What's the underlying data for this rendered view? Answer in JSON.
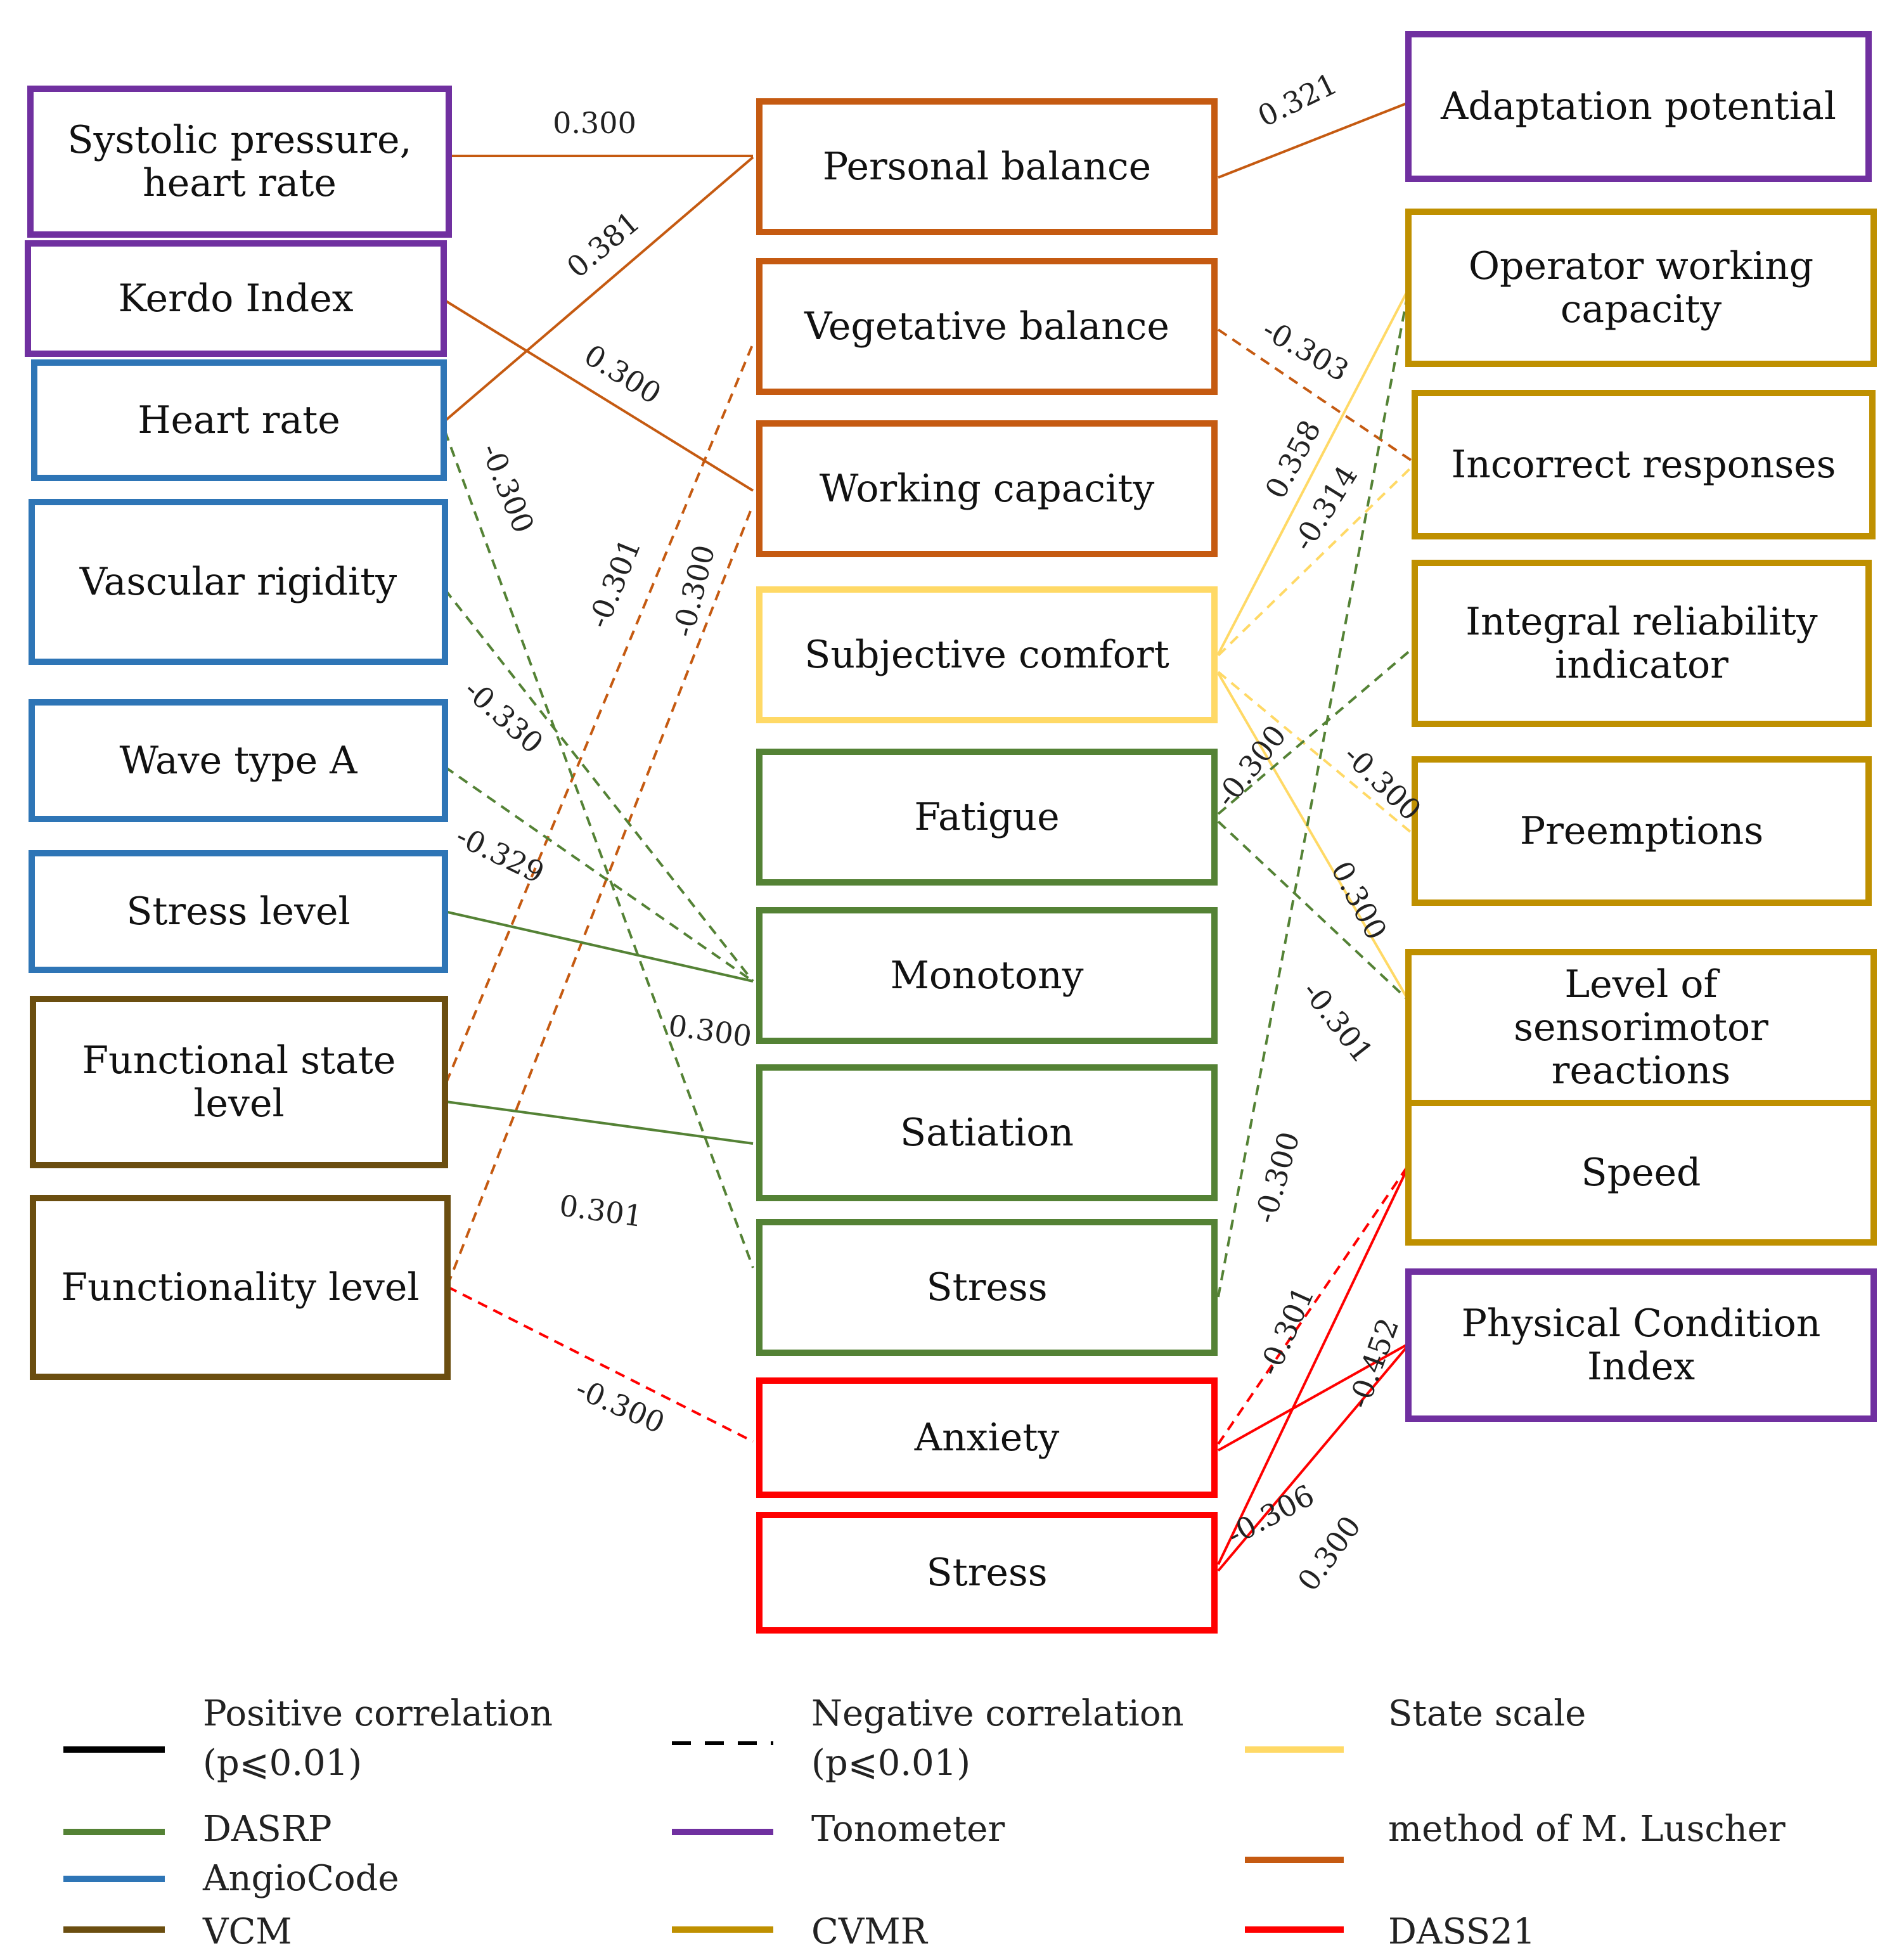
{
  "colors": {
    "purple": "#7030A0",
    "blue": "#2E75B6",
    "brown": "#6B4E10",
    "orange": "#C55A11",
    "yellow": "#FFD966",
    "green": "#548235",
    "gold": "#BF9000",
    "red": "#FF0000",
    "black": "#000000"
  },
  "nodes": [
    {
      "id": "systolic",
      "lines": [
        "Systolic pressure,",
        "heart rate"
      ],
      "color": "purple"
    },
    {
      "id": "kerdo",
      "lines": [
        "Kerdo Index"
      ],
      "color": "purple"
    },
    {
      "id": "heart_rate",
      "lines": [
        "Heart rate"
      ],
      "color": "blue"
    },
    {
      "id": "vascular",
      "lines": [
        "Vascular rigidity"
      ],
      "color": "blue"
    },
    {
      "id": "wave_a",
      "lines": [
        "Wave type A"
      ],
      "color": "blue"
    },
    {
      "id": "stress_level",
      "lines": [
        "Stress level"
      ],
      "color": "blue"
    },
    {
      "id": "func_state",
      "lines": [
        "Functional state",
        "level"
      ],
      "color": "brown"
    },
    {
      "id": "functionality",
      "lines": [
        "Functionality level"
      ],
      "color": "brown"
    },
    {
      "id": "personal_balance",
      "lines": [
        "Personal balance"
      ],
      "color": "orange"
    },
    {
      "id": "vegetative_balance",
      "lines": [
        "Vegetative balance"
      ],
      "color": "orange"
    },
    {
      "id": "working_capacity",
      "lines": [
        "Working capacity"
      ],
      "color": "orange"
    },
    {
      "id": "subjective_comfort",
      "lines": [
        "Subjective comfort"
      ],
      "color": "yellow"
    },
    {
      "id": "fatigue",
      "lines": [
        "Fatigue"
      ],
      "color": "green"
    },
    {
      "id": "monotony",
      "lines": [
        "Monotony"
      ],
      "color": "green"
    },
    {
      "id": "satiation",
      "lines": [
        "Satiation"
      ],
      "color": "green"
    },
    {
      "id": "stress_green",
      "lines": [
        "Stress"
      ],
      "color": "green"
    },
    {
      "id": "anxiety",
      "lines": [
        "Anxiety"
      ],
      "color": "red"
    },
    {
      "id": "stress_red",
      "lines": [
        "Stress"
      ],
      "color": "red"
    },
    {
      "id": "adaptation",
      "lines": [
        "Adaptation potential"
      ],
      "color": "purple"
    },
    {
      "id": "operator",
      "lines": [
        "Operator working",
        "capacity"
      ],
      "color": "gold"
    },
    {
      "id": "incorrect",
      "lines": [
        "Incorrect responses"
      ],
      "color": "gold"
    },
    {
      "id": "integral",
      "lines": [
        "Integral reliability",
        "indicator"
      ],
      "color": "gold"
    },
    {
      "id": "preemptions",
      "lines": [
        "Preemptions"
      ],
      "color": "gold"
    },
    {
      "id": "sensorimotor",
      "lines": [
        "Level of",
        "sensorimotor",
        "reactions"
      ],
      "color": "gold"
    },
    {
      "id": "speed",
      "lines": [
        "Speed"
      ],
      "color": "gold"
    },
    {
      "id": "physical",
      "lines": [
        "Physical Condition",
        "Index"
      ],
      "color": "purple"
    }
  ],
  "edges": [
    {
      "from": "systolic",
      "to": "personal_balance",
      "value": "0.300",
      "color": "orange",
      "dashed": false
    },
    {
      "from": "heart_rate",
      "to": "personal_balance",
      "value": "0.381",
      "color": "orange",
      "dashed": false
    },
    {
      "from": "kerdo",
      "to": "working_capacity",
      "value": "0.300",
      "color": "orange",
      "dashed": false
    },
    {
      "from": "personal_balance",
      "to": "adaptation",
      "value": "0.321",
      "color": "orange",
      "dashed": false
    },
    {
      "from": "vegetative_balance",
      "to": "incorrect",
      "value": "-0.303",
      "color": "orange",
      "dashed": true
    },
    {
      "from": "func_state",
      "to": "vegetative_balance",
      "value": "-0.301",
      "color": "orange",
      "dashed": true
    },
    {
      "from": "functionality",
      "to": "working_capacity",
      "value": "-0.300",
      "color": "orange",
      "dashed": true
    },
    {
      "from": "heart_rate",
      "to": "stress_green",
      "value": "-0.300",
      "color": "green",
      "dashed": true
    },
    {
      "from": "vascular",
      "to": "monotony",
      "value": "-0.330",
      "color": "green",
      "dashed": true
    },
    {
      "from": "wave_a",
      "to": "monotony",
      "value": "-0.329",
      "color": "green",
      "dashed": true
    },
    {
      "from": "stress_level",
      "to": "monotony",
      "value": "0.300",
      "color": "green",
      "dashed": false
    },
    {
      "from": "func_state",
      "to": "satiation",
      "value": "0.301",
      "color": "green",
      "dashed": false
    },
    {
      "from": "functionality",
      "to": "anxiety",
      "value": "-0.300",
      "color": "red",
      "dashed": true
    },
    {
      "from": "subjective_comfort",
      "to": "operator",
      "value": "0.358",
      "color": "yellow",
      "dashed": false
    },
    {
      "from": "subjective_comfort",
      "to": "incorrect",
      "value": "-0.314",
      "color": "yellow",
      "dashed": true
    },
    {
      "from": "subjective_comfort",
      "to": "preemptions",
      "value": "-0.300",
      "color": "yellow",
      "dashed": true
    },
    {
      "from": "subjective_comfort",
      "to": "sensorimotor",
      "value": "0.300",
      "color": "yellow",
      "dashed": false
    },
    {
      "from": "fatigue",
      "to": "integral",
      "value": "-0.300",
      "color": "green",
      "dashed": true
    },
    {
      "from": "fatigue",
      "to": "sensorimotor",
      "value": "-0.301",
      "color": "green",
      "dashed": true
    },
    {
      "from": "stress_green",
      "to": "operator",
      "value": "-0.300",
      "color": "green",
      "dashed": true
    },
    {
      "from": "anxiety",
      "to": "speed",
      "value": "-0.301",
      "color": "red",
      "dashed": true
    },
    {
      "from": "anxiety",
      "to": "physical",
      "value": "-0.452",
      "color": "red",
      "dashed": false
    },
    {
      "from": "stress_red",
      "to": "speed",
      "value": "0.300",
      "color": "red",
      "dashed": false
    },
    {
      "from": "stress_red",
      "to": "physical",
      "value": "-0.306",
      "color": "red",
      "dashed": false
    }
  ],
  "legend": [
    {
      "id": "positive",
      "lines": [
        "Positive correlation",
        "(p⩽0.01)"
      ],
      "color": "black",
      "dashed": false
    },
    {
      "id": "negative",
      "lines": [
        "Negative correlation",
        "(p⩽0.01)"
      ],
      "color": "black",
      "dashed": true
    },
    {
      "id": "state_scale",
      "lines": [
        "State scale"
      ],
      "color": "yellow",
      "dashed": false
    },
    {
      "id": "dasrp",
      "lines": [
        "DASRP"
      ],
      "color": "green",
      "dashed": false
    },
    {
      "id": "tonometer",
      "lines": [
        "Tonometer"
      ],
      "color": "purple",
      "dashed": false
    },
    {
      "id": "luscher",
      "lines": [
        "method of M. Luscher"
      ],
      "color": "orange",
      "dashed": false
    },
    {
      "id": "angiocode",
      "lines": [
        "AngioCode"
      ],
      "color": "blue",
      "dashed": false
    },
    {
      "id": "vcm",
      "lines": [
        "VCM"
      ],
      "color": "brown",
      "dashed": false
    },
    {
      "id": "cvmr",
      "lines": [
        "CVMR"
      ],
      "color": "gold",
      "dashed": false
    },
    {
      "id": "dass21",
      "lines": [
        "DASS21"
      ],
      "color": "red",
      "dashed": false
    }
  ]
}
